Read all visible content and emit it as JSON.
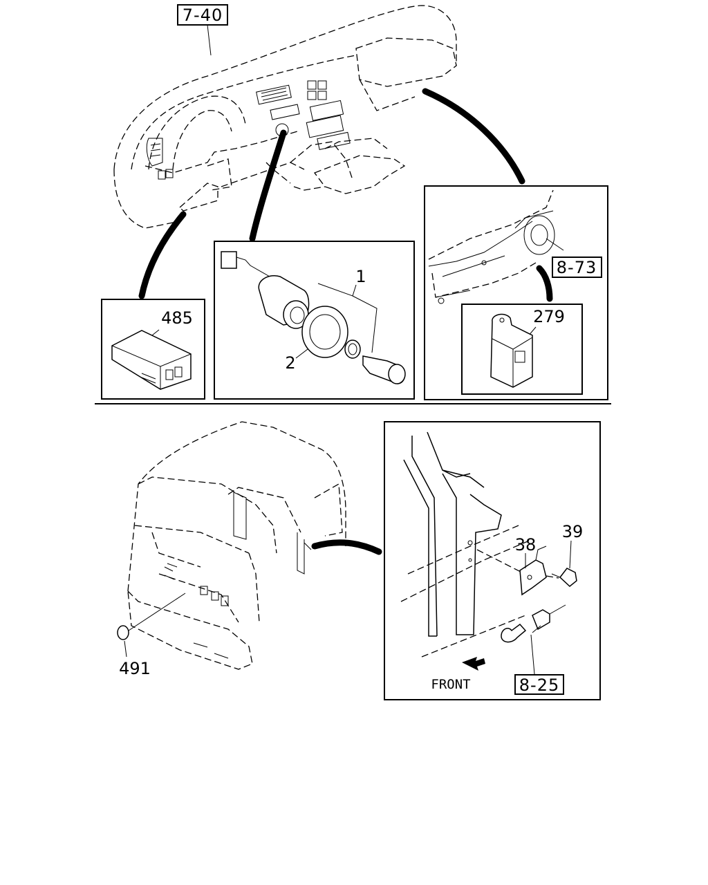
{
  "references": {
    "instrument_panel": "7-40",
    "heater_unit": "8-73",
    "switch_harness": "8-25"
  },
  "callouts": {
    "part_1": "1",
    "part_2": "2",
    "part_38": "38",
    "part_39": "39",
    "part_279": "279",
    "part_485": "485",
    "part_491": "491"
  },
  "direction_label": "FRONT",
  "colors": {
    "line": "#000000",
    "background": "#ffffff"
  }
}
